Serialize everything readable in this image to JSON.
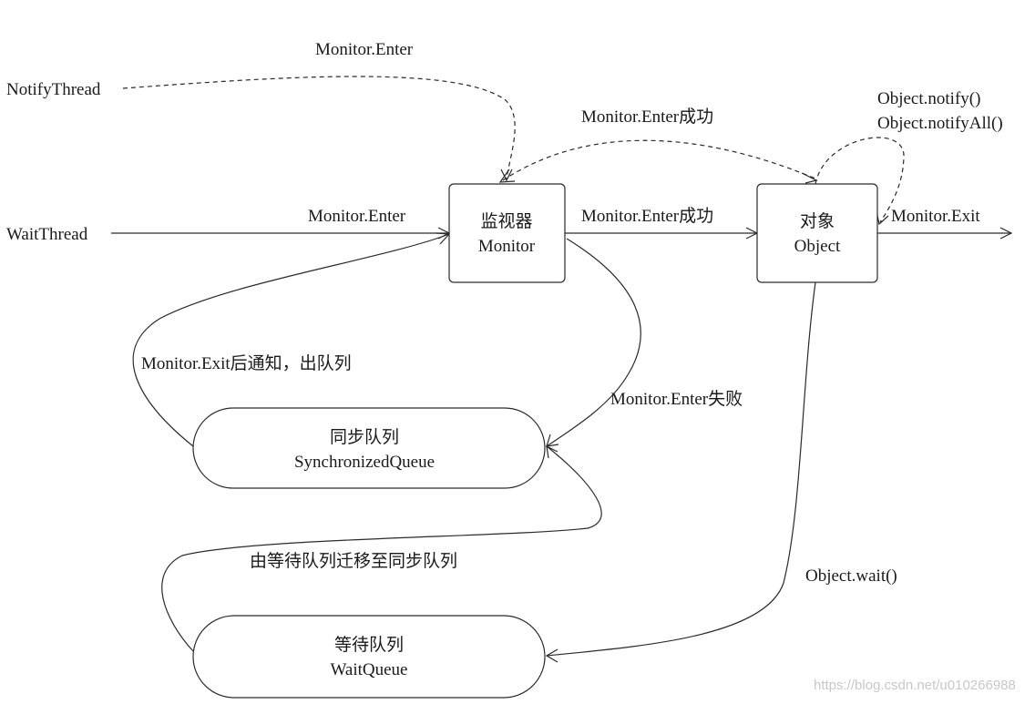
{
  "actors": {
    "notify_thread": "NotifyThread",
    "wait_thread": "WaitThread"
  },
  "nodes": {
    "monitor": {
      "line1": "监视器",
      "line2": "Monitor"
    },
    "object": {
      "line1": "对象",
      "line2": "Object"
    },
    "sync_queue": {
      "line1": "同步队列",
      "line2": "SynchronizedQueue"
    },
    "wait_queue": {
      "line1": "等待队列",
      "line2": "WaitQueue"
    }
  },
  "edges": {
    "notify_enter": "Monitor.Enter",
    "wait_enter": "Monitor.Enter",
    "enter_success_top": "Monitor.Enter成功",
    "enter_success_mid": "Monitor.Enter成功",
    "notify_call": "Object.notify()",
    "notify_all_call": "Object.notifyAll()",
    "exit": "Monitor.Exit",
    "exit_notify_dequeue": "Monitor.Exit后通知，出队列",
    "enter_fail": "Monitor.Enter失败",
    "migrate": "由等待队列迁移至同步队列",
    "wait_call": "Object.wait()"
  },
  "watermark": "https://blog.csdn.net/u010266988"
}
